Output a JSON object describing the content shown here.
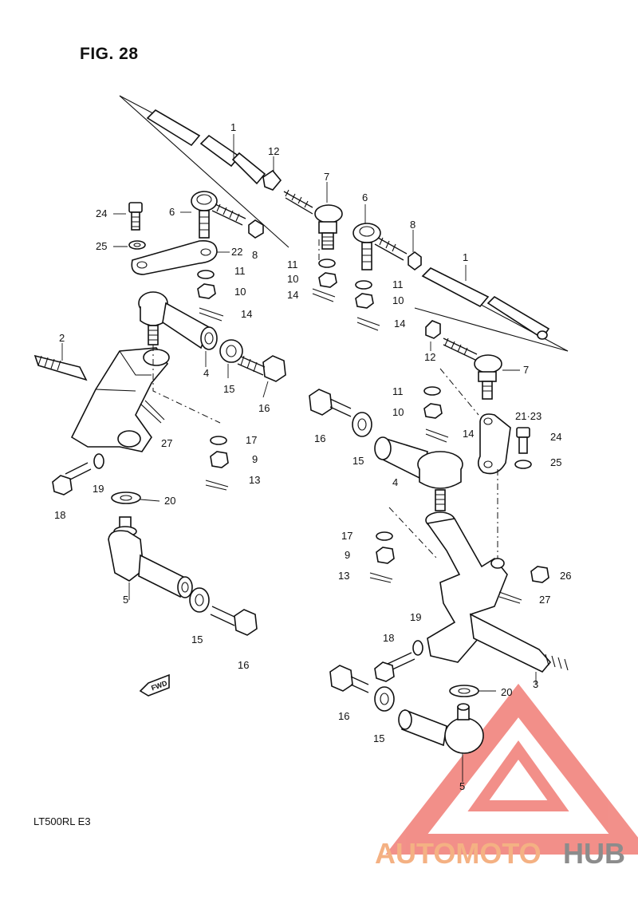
{
  "figure": {
    "title": "FIG. 28",
    "model": "LT500RL  E3"
  },
  "labels": {
    "l1a": "1",
    "l1b": "1",
    "l2": "2",
    "l3": "3",
    "l4a": "4",
    "l4b": "4",
    "l5a": "5",
    "l5b": "5",
    "l6a": "6",
    "l6b": "6",
    "l7a": "7",
    "l7b": "7",
    "l8a": "8",
    "l8b": "8",
    "l9a": "9",
    "l9b": "9",
    "l10a": "10",
    "l10b": "10",
    "l10c": "10",
    "l10d": "10",
    "l11a": "11",
    "l11b": "11",
    "l11c": "11",
    "l11d": "11",
    "l12a": "12",
    "l12b": "12",
    "l13a": "13",
    "l13b": "13",
    "l14a": "14",
    "l14b": "14",
    "l14c": "14",
    "l14d": "14",
    "l15a": "15",
    "l15b": "15",
    "l15c": "15",
    "l15d": "15",
    "l16a": "16",
    "l16b": "16",
    "l16c": "16",
    "l16d": "16",
    "l17a": "17",
    "l17b": "17",
    "l18a": "18",
    "l18b": "18",
    "l19a": "19",
    "l19b": "19",
    "l20a": "20",
    "l20b": "20",
    "l21": "21·23",
    "l22": "22",
    "l24a": "24",
    "l24b": "24",
    "l25a": "25",
    "l25b": "25",
    "l26": "26",
    "l27a": "27",
    "l27b": "27"
  },
  "direction_tag": "FWD",
  "watermark": {
    "text_a": "AUTOMOTO",
    "text_b": "HUB",
    "color_a": "#f4b183",
    "color_b": "#8c8c8c",
    "logo_color": "#e8342a"
  }
}
